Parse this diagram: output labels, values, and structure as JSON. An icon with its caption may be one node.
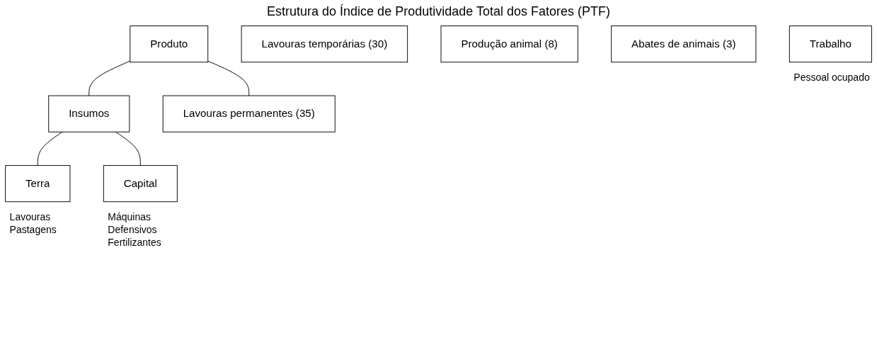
{
  "diagram": {
    "title": "Estrutura do Índice de Produtividade Total dos Fatores (PTF)",
    "nodes": [
      {
        "text": [
          "Produto"
        ]
      },
      {
        "text": [
          "Insumos"
        ]
      },
      {
        "text": [
          "Lavouras permanentes (35)"
        ]
      },
      {
        "text": [
          "Lavouras temporárias (30)"
        ]
      },
      {
        "text": [
          "Produção animal (8)"
        ]
      },
      {
        "text": [
          "Abates de animais (3)"
        ]
      },
      {
        "text": [
          "Terra"
        ],
        "beside": [
          "Lavouras",
          "Pastagens"
        ]
      },
      {
        "text": [
          "Trabalho"
        ],
        "beside": [
          "Pessoal ocupado"
        ]
      },
      {
        "text": [
          "Capital"
        ],
        "beside": [
          "Máquinas",
          "Defensivos",
          "Fertilizantes"
        ]
      }
    ],
    "edges": [
      {
        "from": 0,
        "to": 1,
        "arrow": "none"
      },
      {
        "from": 0,
        "to": 2,
        "arrow": "none"
      },
      {
        "from": 1,
        "to": 6,
        "arrow": "none"
      },
      {
        "from": 1,
        "to": 8,
        "arrow": "none"
      }
    ]
  }
}
